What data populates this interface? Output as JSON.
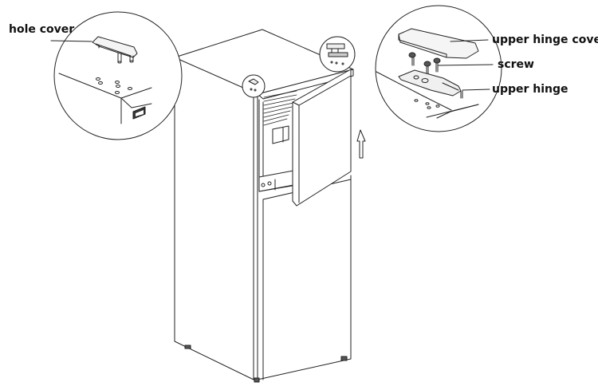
{
  "diagram": {
    "subject": "refrigerator door reversal - upper hinge removal",
    "labels": {
      "hole_cover": "hole cover",
      "upper_hinge_cover": "upper hinge cover",
      "screw": "screw",
      "upper_hinge": "upper hinge"
    },
    "callouts": [
      {
        "id": "left-detail",
        "shows": "hole cover"
      },
      {
        "id": "right-detail",
        "shows": "upper hinge cover, screw, upper hinge"
      }
    ],
    "arrow": {
      "direction": "up",
      "meaning": "lift door upward"
    },
    "colors": {
      "line": "#222222",
      "text": "#111111",
      "background": "#ffffff"
    }
  }
}
